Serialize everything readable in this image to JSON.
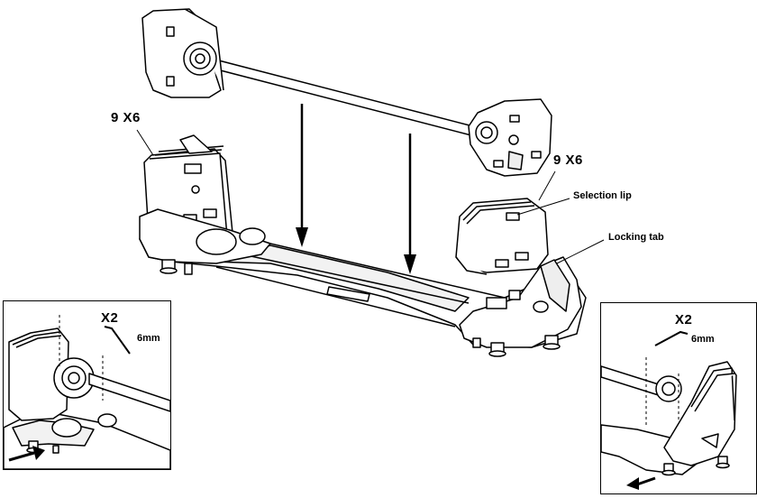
{
  "labels": {
    "weight_count_left": "9  X6",
    "weight_count_right": "9  X6",
    "selection_lip": "Selection lip",
    "locking_tab": "Locking tab"
  },
  "inset_left": {
    "quantity": "X2",
    "tool_size": "6mm"
  },
  "inset_right": {
    "quantity": "X2",
    "tool_size": "6mm"
  }
}
